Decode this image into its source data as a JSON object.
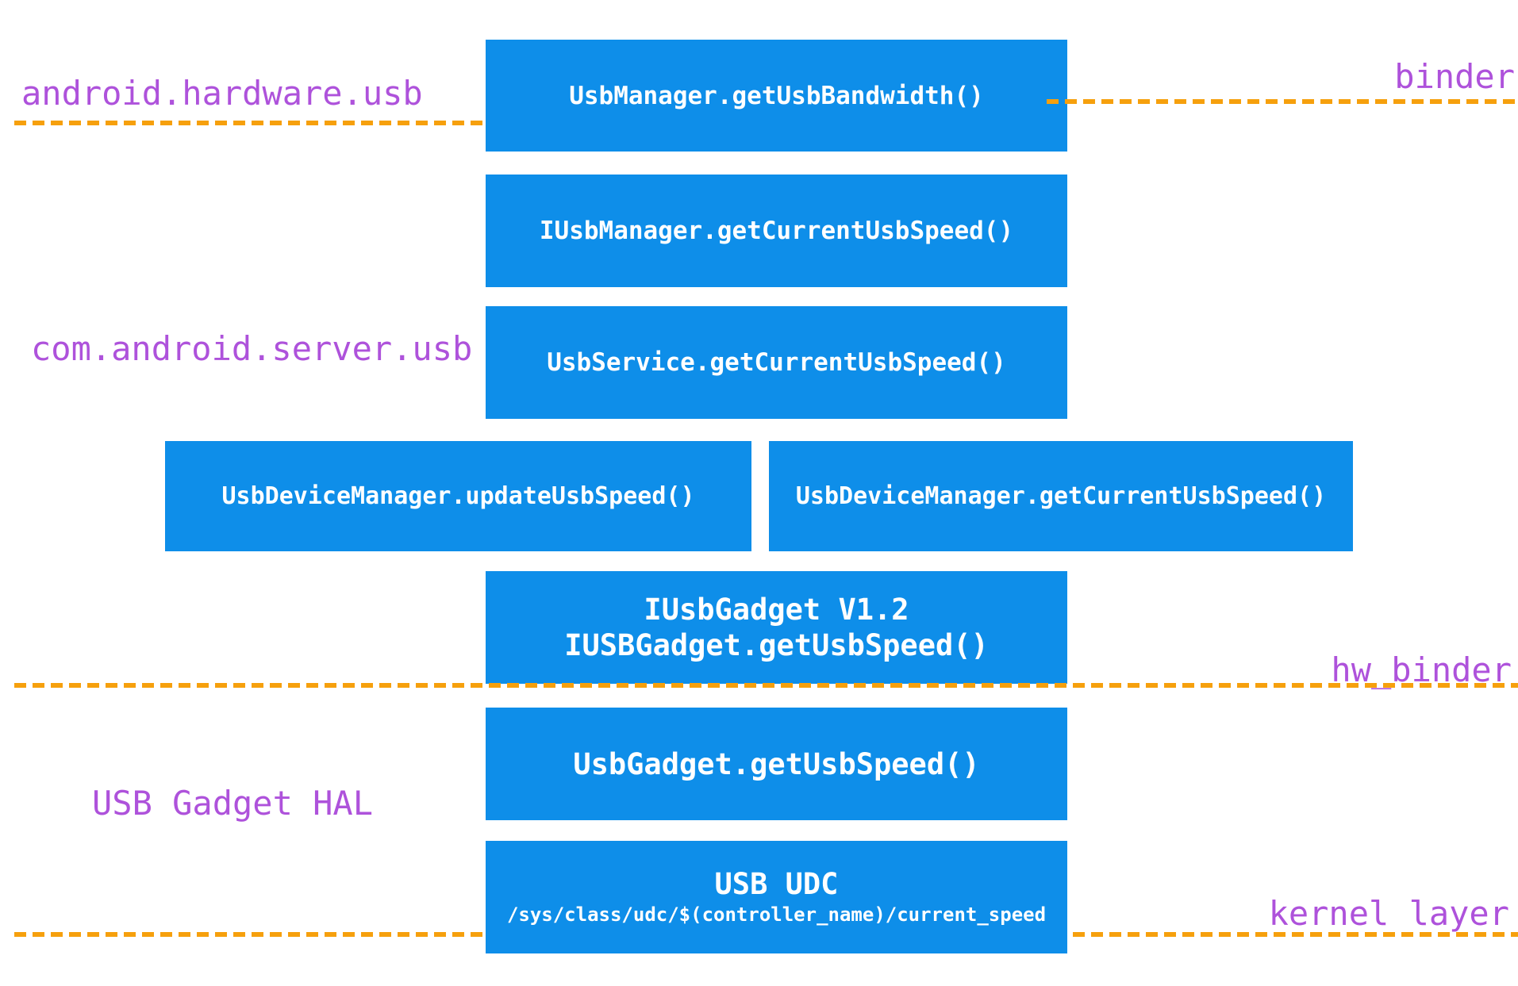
{
  "diagram": {
    "title": "Android USB speed architecture diagram",
    "colors": {
      "node_fill": "#0e8ee9",
      "node_text": "#ffffff",
      "layer_label": "#ae52db",
      "boundary_line": "#f6a00d",
      "background": "#ffffff"
    },
    "layer_labels": {
      "android_hardware_usb": "android.hardware.usb",
      "binder": "binder",
      "com_android_server_usb": "com.android.server.usb",
      "hw_binder": "hw_binder",
      "usb_gadget_hal": "USB Gadget HAL",
      "kernel_layer": "kernel layer"
    },
    "boxes": [
      {
        "lines": [
          "UsbManager.getUsbBandwidth()"
        ]
      },
      {
        "lines": [
          "IUsbManager.getCurrentUsbSpeed()"
        ]
      },
      {
        "lines": [
          "UsbService.getCurrentUsbSpeed()"
        ]
      },
      {
        "lines": [
          "UsbDeviceManager.updateUsbSpeed()"
        ]
      },
      {
        "lines": [
          "UsbDeviceManager.getCurrentUsbSpeed()"
        ]
      },
      {
        "lines": [
          "IUsbGadget V1.2",
          "IUSBGadget.getUsbSpeed()"
        ]
      },
      {
        "lines": [
          "UsbGadget.getUsbSpeed()"
        ]
      },
      {
        "lines": [
          "USB UDC",
          "/sys/class/udc/$(controller_name)/current_speed"
        ]
      }
    ]
  }
}
